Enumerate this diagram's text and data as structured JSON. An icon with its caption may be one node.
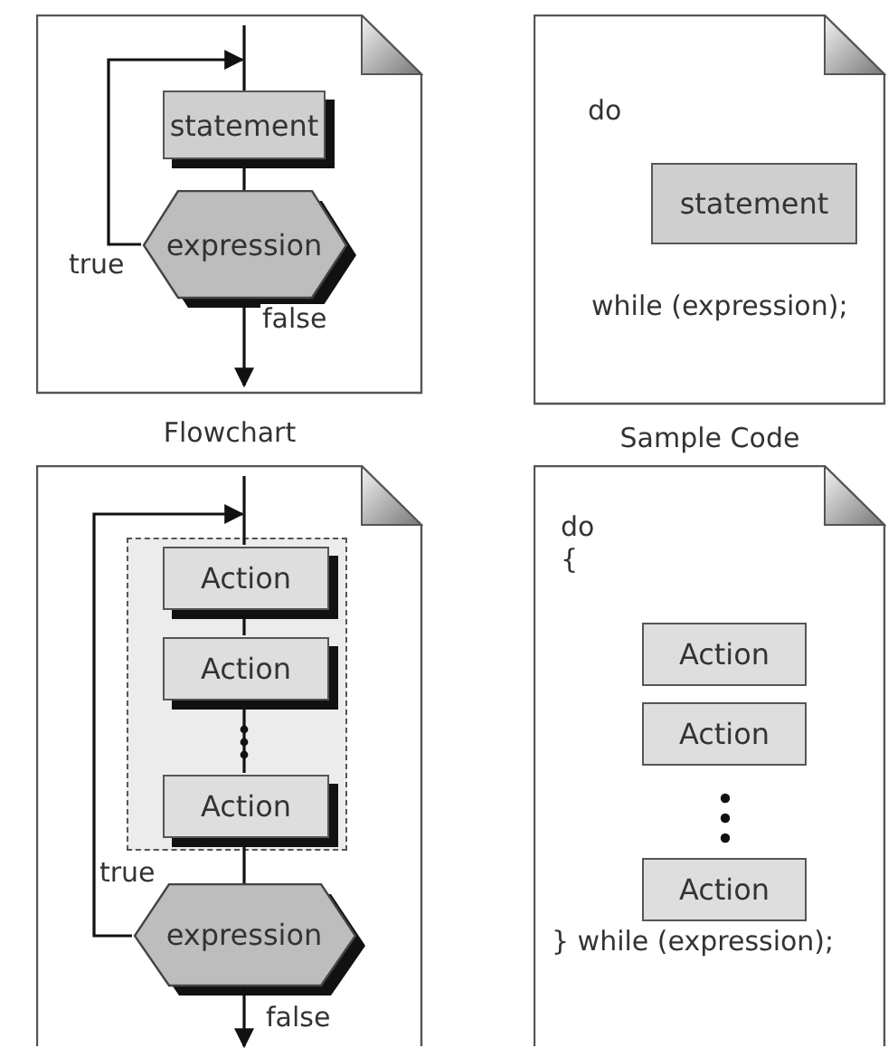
{
  "diagram": {
    "nodes": [
      {
        "text": [
          "Flowchart"
        ]
      },
      {
        "text": [
          "statement"
        ],
        "in": 0
      },
      {
        "text": [
          "expression"
        ],
        "in": 0
      },
      {
        "text": [
          "Sample Code"
        ]
      },
      {
        "text": [
          "statement"
        ],
        "in": 3
      },
      {
        "text": [],
        "shape": "page"
      },
      {
        "text": [],
        "shape": "box",
        "in": 5
      },
      {
        "text": [
          "Action"
        ],
        "in": 6
      },
      {
        "text": [
          "Action"
        ],
        "in": 6
      },
      {
        "text": [
          "Action"
        ],
        "in": 6
      },
      {
        "text": [
          "expression"
        ],
        "in": 5
      },
      {
        "text": [],
        "shape": "page"
      },
      {
        "text": [
          "Action"
        ],
        "in": 11
      },
      {
        "text": [
          "Action"
        ],
        "in": 11
      },
      {
        "text": [
          "Action"
        ],
        "in": 11
      }
    ],
    "edges": [
      {
        "from": null,
        "to": 1,
        "arrow": "none"
      },
      {
        "from": 1,
        "to": 2,
        "arrow": "none"
      },
      {
        "from": 2,
        "to": 1,
        "arrow": "to",
        "label": "true"
      },
      {
        "from": 2,
        "to": null,
        "arrow": "to",
        "label": "false"
      },
      {
        "from": null,
        "to": 7,
        "arrow": "none"
      },
      {
        "from": 10,
        "to": 7,
        "arrow": "to",
        "label": "true"
      },
      {
        "from": 7,
        "to": 8,
        "arrow": "none"
      },
      {
        "from": 8,
        "to": 9,
        "arrow": "none"
      },
      {
        "from": 9,
        "to": 10,
        "arrow": "none"
      },
      {
        "from": 10,
        "to": null,
        "arrow": "to",
        "label": "false"
      }
    ],
    "labels": [
      "do",
      "while (expression);",
      "do",
      "{",
      "} while (expression);"
    ]
  }
}
